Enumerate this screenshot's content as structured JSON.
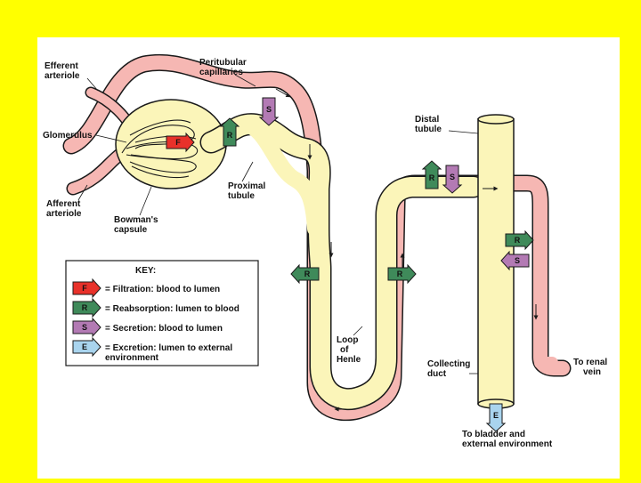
{
  "colors": {
    "background": "#ffff00",
    "panel": "#ffffff",
    "blood_vessel": "#f6b7b3",
    "tubule": "#fbf5b9",
    "outline": "#1a1a1a",
    "filtration": "#e8312a",
    "reabsorption": "#3f8a5a",
    "secretion": "#b37ab4",
    "excretion": "#a9d4ee"
  },
  "labels": {
    "efferent_arteriole": [
      "Efferent",
      "arteriole"
    ],
    "peritubular_capillaries": [
      "Peritubular",
      "capillaries"
    ],
    "glomerulus": "Glomerulus",
    "afferent_arteriole": [
      "Afferent",
      "arteriole"
    ],
    "bowmans_capsule": [
      "Bowman's",
      "capsule"
    ],
    "proximal_tubule": [
      "Proximal",
      "tubule"
    ],
    "distal_tubule": [
      "Distal",
      "tubule"
    ],
    "loop_of_henle": [
      "Loop",
      "of",
      "Henle"
    ],
    "collecting_duct": [
      "Collecting",
      "duct"
    ],
    "to_renal_vein": [
      "To renal",
      "vein"
    ],
    "to_bladder": [
      "To bladder and",
      "external environment"
    ]
  },
  "key": {
    "title": "KEY:",
    "items": [
      {
        "letter": "F",
        "color": "#e8312a",
        "text": [
          "= Filtration: blood to lumen"
        ]
      },
      {
        "letter": "R",
        "color": "#3f8a5a",
        "text": [
          "= Reabsorption: lumen to blood"
        ]
      },
      {
        "letter": "S",
        "color": "#b37ab4",
        "text": [
          "= Secretion: blood to lumen"
        ]
      },
      {
        "letter": "E",
        "color": "#a9d4ee",
        "text": [
          "= Excretion: lumen to external",
          "environment"
        ]
      }
    ]
  },
  "arrow_letters": {
    "F": "F",
    "R": "R",
    "S": "S",
    "E": "E"
  }
}
